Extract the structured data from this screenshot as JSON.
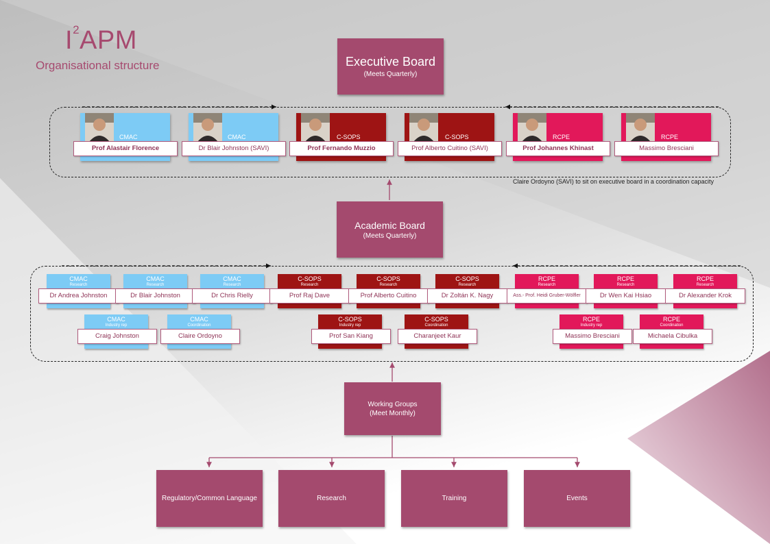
{
  "title": {
    "main": "I",
    "superscript": "2",
    "rest": "APM",
    "subtitle": "Organisational structure"
  },
  "colors": {
    "cmac": "#7dcbf5",
    "csops": "#9e1414",
    "rcpe": "#e2185a",
    "board": "#a44a6e",
    "accent": "#a64a6f"
  },
  "executive_board": {
    "title": "Executive Board",
    "subtitle": "(Meets Quarterly)"
  },
  "executive_members": [
    {
      "org": "CMAC",
      "name": "Prof Alastair Florence",
      "bold": true
    },
    {
      "org": "CMAC",
      "name": "Dr Blair Johnston (SAVI)",
      "bold": false
    },
    {
      "org": "C-SOPS",
      "name": "Prof Fernando Muzzio",
      "bold": true
    },
    {
      "org": "C-SOPS",
      "name": "Prof Alberto Cuitino (SAVI)",
      "bold": false
    },
    {
      "org": "RCPE",
      "name": "Prof Johannes Khinast",
      "bold": true
    },
    {
      "org": "RCPE",
      "name": "Massimo Bresciani",
      "bold": false
    }
  ],
  "executive_note": "Claire Ordoyno (SAVI) to sit on executive board in a coordination capacity",
  "academic_board": {
    "title": "Academic Board",
    "subtitle": "(Meets Quarterly)"
  },
  "academic_row1": [
    {
      "org": "CMAC",
      "role": "Research",
      "name": "Dr Andrea Johnston"
    },
    {
      "org": "CMAC",
      "role": "Research",
      "name": "Dr Blair Johnston"
    },
    {
      "org": "CMAC",
      "role": "Research",
      "name": "Dr Chris Rielly"
    },
    {
      "org": "C-SOPS",
      "role": "Research",
      "name": "Prof Raj Dave"
    },
    {
      "org": "C-SOPS",
      "role": "Research",
      "name": "Prof Alberto Cuitino"
    },
    {
      "org": "C-SOPS",
      "role": "Research",
      "name": "Dr Zoltán K. Nagy"
    },
    {
      "org": "RCPE",
      "role": "Research",
      "name": "Ass.- Prof. Heidi Gruber-Wölfler"
    },
    {
      "org": "RCPE",
      "role": "Research",
      "name": "Dr Wen Kai Hsiao"
    },
    {
      "org": "RCPE",
      "role": "Research",
      "name": "Dr Alexander Krok"
    }
  ],
  "academic_row2": [
    {
      "org": "CMAC",
      "role": "Industry rep",
      "name": "Craig Johnston"
    },
    {
      "org": "CMAC",
      "role": "Coordination",
      "name": "Claire Ordoyno"
    },
    {
      "org": "C-SOPS",
      "role": "Industry rep",
      "name": "Prof San Kiang"
    },
    {
      "org": "C-SOPS",
      "role": "Coordination",
      "name": "Charanjeet Kaur"
    },
    {
      "org": "RCPE",
      "role": "Industry rep",
      "name": "Massimo Bresciani"
    },
    {
      "org": "RCPE",
      "role": "Coordination",
      "name": "Michaela Cibulka"
    }
  ],
  "working_groups": {
    "title": "Working Groups",
    "subtitle": "(Meet Monthly)"
  },
  "groups": [
    "Regulatory/Common Language",
    "Research",
    "Training",
    "Events"
  ]
}
